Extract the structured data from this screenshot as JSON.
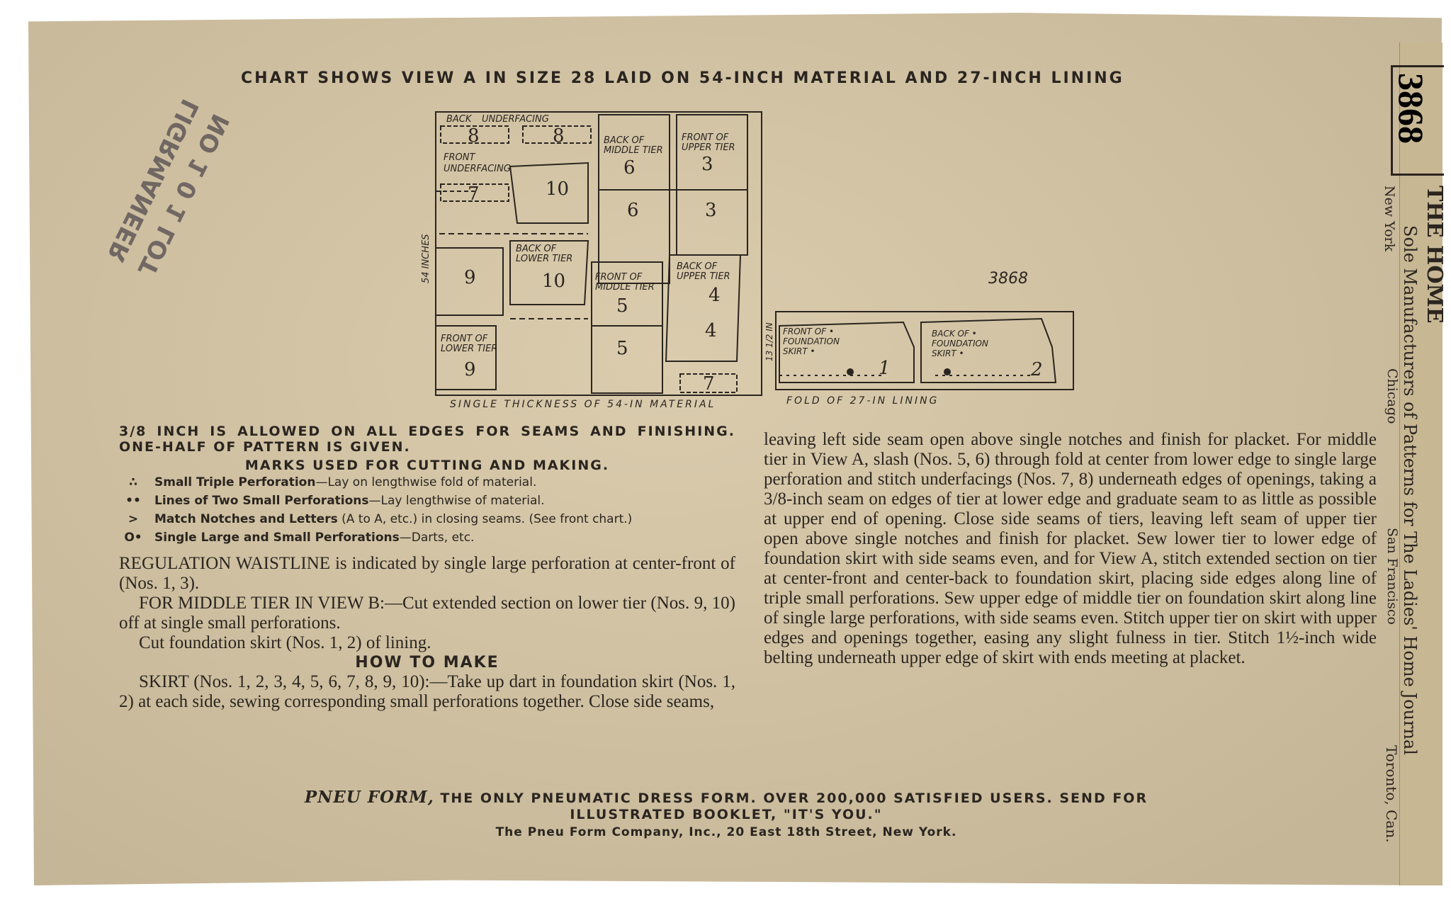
{
  "header": {
    "chart_title": "CHART SHOWS VIEW A IN SIZE 28 LAID ON 54-INCH MATERIAL AND 27-INCH LINING"
  },
  "stamp": {
    "line1": "LIGRMANEER",
    "line2": "NO 1 0 1 LOT"
  },
  "layout_chart": {
    "pattern_number": "3868",
    "left_label": "54 INCHES",
    "right_label": "13 1/2 IN",
    "bottom_label": "SINGLE THICKNESS OF 54-IN MATERIAL",
    "lining_label": "FOLD OF 27-IN LINING",
    "pieces": [
      {
        "name": "BACK UNDERFACING",
        "number": "8"
      },
      {
        "name": "FRONT UNDERFACING",
        "number": "7"
      },
      {
        "name": "BACK OF MIDDLE TIER",
        "number": "6"
      },
      {
        "name": "FRONT OF UPPER TIER",
        "number": "3"
      },
      {
        "name": "BACK OF LOWER TIER",
        "number": "10"
      },
      {
        "name": "FRONT OF MIDDLE TIER",
        "number": "5"
      },
      {
        "name": "BACK OF UPPER TIER",
        "number": "4"
      },
      {
        "name": "FRONT OF LOWER TIER",
        "number": "9"
      },
      {
        "name": "FRONT OF FOUNDATION SKIRT",
        "number": "1"
      },
      {
        "name": "BACK OF FOUNDATION SKIRT",
        "number": "2"
      }
    ]
  },
  "left_column": {
    "allowance": "3/8 INCH IS ALLOWED ON ALL EDGES FOR SEAMS AND FINISHING. ONE-HALF OF PATTERN IS GIVEN.",
    "marks_heading": "MARKS USED FOR CUTTING AND MAKING.",
    "marks": [
      {
        "symbol": "∴",
        "bold": "Small Triple Perforation",
        "text": "—Lay on lengthwise fold of material."
      },
      {
        "symbol": "••",
        "bold": "Lines of Two Small Perforations",
        "text": "—Lay lengthwise of material."
      },
      {
        "symbol": ">",
        "bold": "Match Notches and Letters",
        "text": "(A to A, etc.) in closing seams. (See front chart.)"
      },
      {
        "symbol": "O•",
        "bold": "Single Large and Small Perforations",
        "text": "—Darts, etc."
      }
    ],
    "waistline": "REGULATION WAISTLINE is indicated by single large perforation at center-front of (Nos. 1, 3).",
    "middle_tier": "FOR MIDDLE TIER IN VIEW B:—Cut extended section on lower tier (Nos. 9, 10) off at single small perforations.",
    "cut_foundation": "Cut foundation skirt (Nos. 1, 2) of lining.",
    "how_to_make": "HOW TO MAKE",
    "skirt": "SKIRT (Nos. 1, 2, 3, 4, 5, 6, 7, 8, 9, 10):—Take up dart in foundation skirt (Nos. 1, 2) at each side, sewing corresponding small perforations together. Close side seams,"
  },
  "right_column": {
    "text": "leaving left side seam open above single notches and finish for placket. For middle tier in View A, slash (Nos. 5, 6) through fold at center from lower edge to single large perforation and stitch underfacings (Nos. 7, 8) underneath edges of openings, taking a 3/8-inch seam on edges of tier at lower edge and graduate seam to as little as possible at upper end of opening. Close side seams of tiers, leaving left seam of upper tier open above single notches and finish for placket. Sew lower tier to lower edge of foundation skirt with side seams even, and for View A, stitch extended section on tier at center-front and center-back to foundation skirt, placing side edges along line of triple small perforations. Sew upper edge of middle tier on foundation skirt along line of single large perforations, with side seams even. Stitch upper tier on skirt with upper edges and openings together, easing any slight fulness in tier. Stitch 1½-inch wide belting underneath upper edge of skirt with ends meeting at placket."
  },
  "footer": {
    "brand": "PNEU FORM,",
    "line1": "THE ONLY PNEUMATIC DRESS FORM. OVER 200,000 SATISFIED USERS. SEND FOR",
    "line2": "ILLUSTRATED BOOKLET, \"IT'S YOU.\"",
    "line3": "The Pneu Form Company, Inc., 20 East 18th Street, New York."
  },
  "side_panel": {
    "number": "3868",
    "company": "THE HOME",
    "tagline": "Sole Manufacturers of Patterns for The Ladies' Home Journal",
    "cities": [
      "New York",
      "Chicago",
      "San Francisco",
      "Toronto, Can."
    ]
  }
}
